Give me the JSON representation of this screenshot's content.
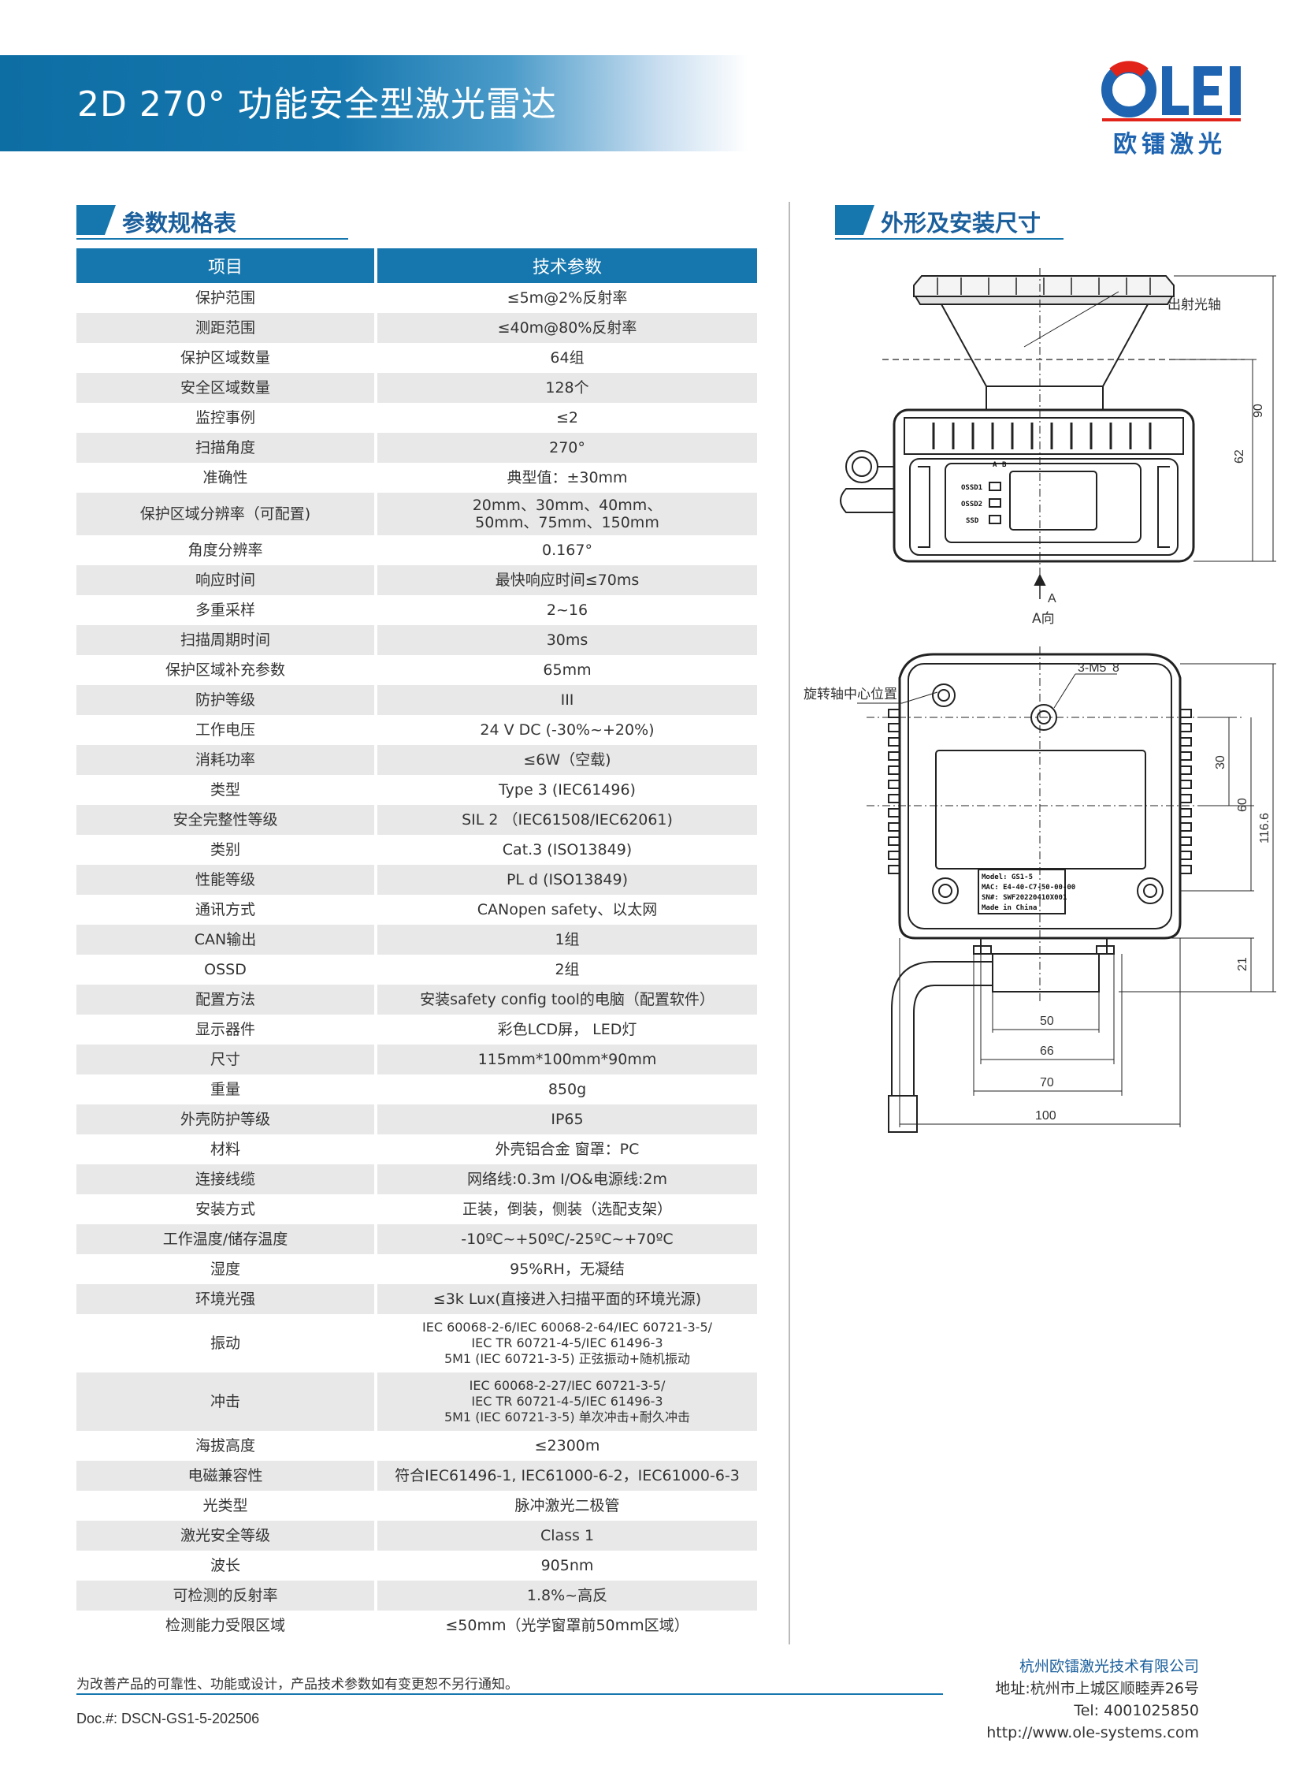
{
  "header": {
    "title": "2D 270° 功能安全型激光雷达"
  },
  "logo": {
    "word": "OLEI",
    "subtitle": "欧镭激光",
    "colors": {
      "blue": "#1e64b0",
      "red": "#e2231a"
    }
  },
  "spec_section": {
    "heading": "参数规格表",
    "col_item": "项目",
    "col_value": "技术参数"
  },
  "specs": [
    {
      "item": "保护范围",
      "value": [
        "≤5m@2%反射率"
      ]
    },
    {
      "item": "测距范围",
      "value": [
        "≤40m@80%反射率"
      ]
    },
    {
      "item": "保护区域数量",
      "value": [
        "64组"
      ]
    },
    {
      "item": "安全区域数量",
      "value": [
        "128个"
      ]
    },
    {
      "item": "监控事例",
      "value": [
        "≤2"
      ]
    },
    {
      "item": "扫描角度",
      "value": [
        "270°"
      ]
    },
    {
      "item": "准确性",
      "value": [
        "典型值：±30mm"
      ]
    },
    {
      "item": "保护区域分辨率（可配置)",
      "value": [
        "20mm、30mm、40mm、",
        "50mm、75mm、150mm"
      ]
    },
    {
      "item": "角度分辨率",
      "value": [
        "0.167°"
      ]
    },
    {
      "item": "响应时间",
      "value": [
        "最快响应时间≤70ms"
      ]
    },
    {
      "item": "多重采样",
      "value": [
        "2~16"
      ]
    },
    {
      "item": "扫描周期时间",
      "value": [
        "30ms"
      ]
    },
    {
      "item": "保护区域补充参数",
      "value": [
        "65mm"
      ]
    },
    {
      "item": "防护等级",
      "value": [
        "III"
      ]
    },
    {
      "item": "工作电压",
      "value": [
        "24 V DC (-30%~+20%)"
      ]
    },
    {
      "item": "消耗功率",
      "value": [
        "≤6W（空载)"
      ]
    },
    {
      "item": "类型",
      "value": [
        "Type 3 (IEC61496)"
      ]
    },
    {
      "item": "安全完整性等级",
      "value": [
        "SIL 2 （IEC61508/IEC62061)"
      ]
    },
    {
      "item": "类别",
      "value": [
        "Cat.3 (ISO13849)"
      ]
    },
    {
      "item": "性能等级",
      "value": [
        "PL d (ISO13849)"
      ]
    },
    {
      "item": "通讯方式",
      "value": [
        "CANopen safety、以太网"
      ]
    },
    {
      "item": "CAN输出",
      "value": [
        "1组"
      ]
    },
    {
      "item": "OSSD",
      "value": [
        "2组"
      ]
    },
    {
      "item": "配置方法",
      "value": [
        "安装safety config tool的电脑（配置软件）"
      ]
    },
    {
      "item": "显示器件",
      "value": [
        "彩色LCD屏， LED灯"
      ]
    },
    {
      "item": "尺寸",
      "value": [
        "115mm*100mm*90mm"
      ]
    },
    {
      "item": "重量",
      "value": [
        "850g"
      ]
    },
    {
      "item": "外壳防护等级",
      "value": [
        "IP65"
      ]
    },
    {
      "item": "材料",
      "value": [
        "外壳铝合金      窗罩：PC"
      ]
    },
    {
      "item": "连接线缆",
      "value": [
        "网络线:0.3m     I/O&电源线:2m"
      ]
    },
    {
      "item": "安装方式",
      "value": [
        "正装，倒装，侧装（选配支架）"
      ]
    },
    {
      "item": "工作温度/储存温度",
      "value": [
        "-10ºC~+50ºC/-25ºC~+70ºC"
      ]
    },
    {
      "item": "湿度",
      "value": [
        "95%RH，无凝结"
      ]
    },
    {
      "item": "环境光强",
      "value": [
        "≤3k Lux(直接进入扫描平面的环境光源)"
      ]
    },
    {
      "item": "振动",
      "value": [
        "IEC 60068-2-6/IEC 60068-2-64/IEC 60721-3-5/",
        "IEC TR 60721-4-5/IEC 61496-3",
        "5M1 (IEC 60721-3-5) 正弦振动+随机振动"
      ]
    },
    {
      "item": "冲击",
      "value": [
        "IEC 60068-2-27/IEC 60721-3-5/",
        "IEC TR 60721-4-5/IEC 61496-3",
        "5M1 (IEC 60721-3-5) 单次冲击+耐久冲击"
      ]
    },
    {
      "item": "海拔高度",
      "value": [
        "≤2300m"
      ]
    },
    {
      "item": "电磁兼容性",
      "value": [
        "符合IEC61496-1, IEC61000-6-2，IEC61000-6-3"
      ]
    },
    {
      "item": "光类型",
      "value": [
        "脉冲激光二极管"
      ]
    },
    {
      "item": "激光安全等级",
      "value": [
        "Class 1"
      ]
    },
    {
      "item": "波长",
      "value": [
        "905nm"
      ]
    },
    {
      "item": "可检测的反射率",
      "value": [
        "1.8%~高反"
      ]
    },
    {
      "item": "检测能力受限区域",
      "value": [
        "≤50mm（光学窗罩前50mm区域）"
      ]
    }
  ],
  "dimension_section": {
    "heading": "外形及安装尺寸",
    "labels": {
      "exit_axis": "出射光轴",
      "view_a": "A向",
      "arrow_a": "A",
      "rotation_center": "旋转轴中心位置",
      "thread": "3-M5",
      "thread_depth": "8"
    },
    "front_panel": {
      "col_a": "A",
      "col_b": "B",
      "ossd1": "OSSD1",
      "ossd2": "OSSD2",
      "ssd": "SSD"
    },
    "nameplate": [
      "Model:      GS1-5",
      "MAC:  E4-40-C7-50-00-00",
      "SN#:  SWF20220410X001",
      "Made in China"
    ],
    "dims": {
      "d90": "90",
      "d62": "62",
      "d30": "30",
      "d60": "60",
      "d116_6": "116.6",
      "d21": "21",
      "d50": "50",
      "d66": "66",
      "d70": "70",
      "d100": "100"
    }
  },
  "footer": {
    "notice": "为改善产品的可靠性、功能或设计，产品技术参数如有变更恕不另行通知。",
    "doc_no": "Doc.#: DSCN-GS1-5-202506",
    "company": "杭州欧镭激光技术有限公司",
    "address": "地址:杭州市上城区顺睦弄26号",
    "tel": "Tel: 4001025850",
    "url": "http://www.ole-systems.com"
  },
  "colors": {
    "brand_blue": "#1677ae",
    "heading_blue": "#1a5f9c",
    "row_gray": "#e8e8e8"
  }
}
